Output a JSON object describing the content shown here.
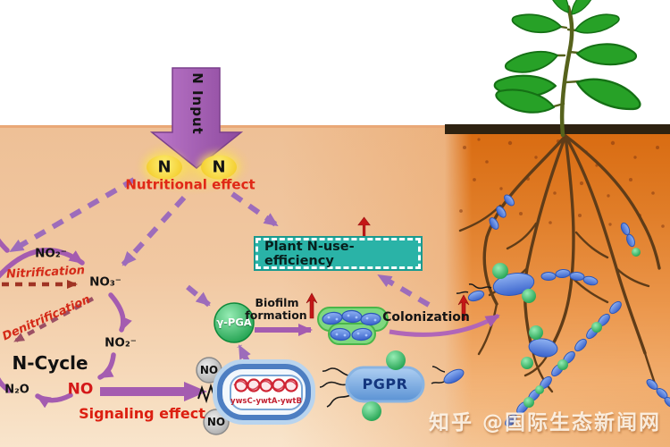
{
  "top": {
    "n_input": "N Input",
    "n1": "N",
    "n2": "N",
    "nutritional": "Nutritional effect"
  },
  "box": {
    "label": "Plant N-use-efficiency"
  },
  "cycle": {
    "no2_top": "NO₂⁻",
    "nitrification": "Nitrification",
    "no3": "NO₃⁻",
    "denitrification": "Denitrification",
    "no2_bottom": "NO₂⁻",
    "title": "N-Cycle",
    "n2o": "N₂O",
    "no": "NO"
  },
  "signal": {
    "label": "Signaling effect",
    "no_top": "NO",
    "no_bottom": "NO",
    "genes": "ywsC-ywtA-ywtB"
  },
  "pga": {
    "label": "γ-PGA",
    "biofilm_line1": "Biofilm",
    "biofilm_line2": "formation"
  },
  "colonization": {
    "label": "Colonization"
  },
  "pgpr": {
    "label": "PGPR"
  },
  "watermark": {
    "text": "知乎 @国际生态新闻网"
  },
  "icons": {
    "up_arrow": "↑"
  },
  "colors": {
    "arrow_purple": "#a45cb0",
    "arrow_dashed_purple": "#9d6cbb",
    "nitrification_dash": "#a03424",
    "denitrification_dash": "#9c5064",
    "teal_box": "#2ab3a7",
    "red_text": "#d92313",
    "yellow_n": "#f4ce2e",
    "soil_light": "#f1c8a2",
    "soil_dark": "#d96c12",
    "leaf_green": "#27a127",
    "bacteria_blue": "#5a92d4",
    "pga_green": "#169a46"
  }
}
